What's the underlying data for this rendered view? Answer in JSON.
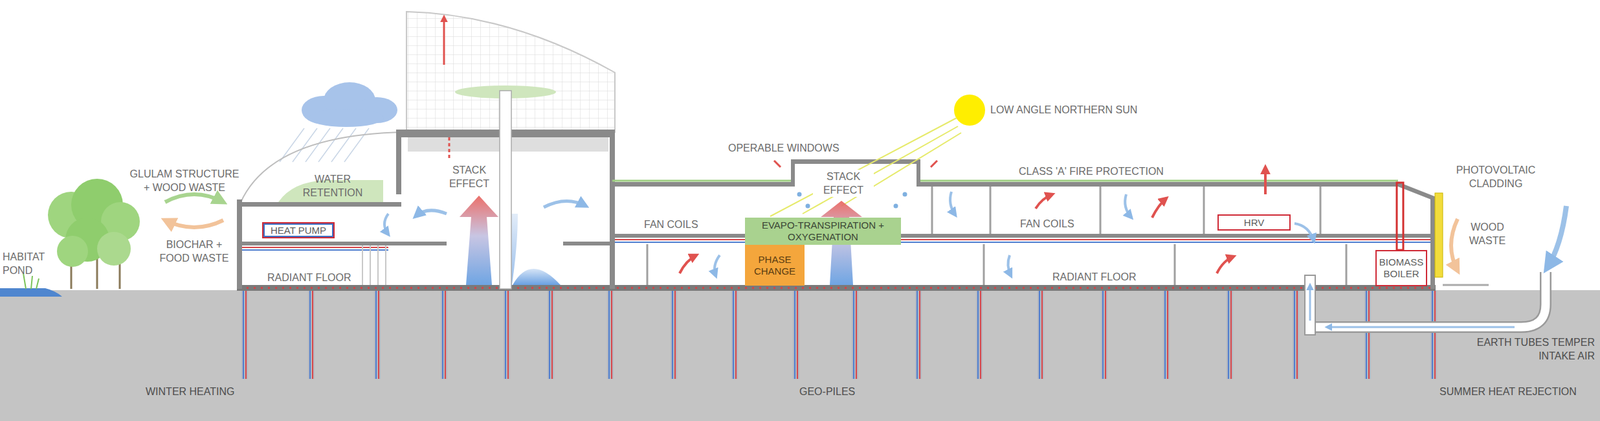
{
  "diagram": {
    "nodes": [
      {
        "text": [
          "HEAT PUMP"
        ]
      },
      {
        "text": [
          "EVAPO-TRANSPIRATION + OXYGENATION"
        ]
      },
      {
        "text": [
          "PHASE CHANGE"
        ]
      },
      {
        "text": [
          "HRV"
        ]
      },
      {
        "text": [
          "BIOMASS BOILER"
        ]
      }
    ],
    "labels": [
      "GLULAM STRUCTURE + WOOD WASTE",
      "WATER RETENTION",
      "STACK EFFECT",
      "LOW ANGLE NORTHERN SUN",
      "OPERABLE WINDOWS",
      "STACK EFFECT",
      "CLASS 'A' FIRE PROTECTION",
      "PHOTOVOLTAIC CLADDING",
      "FAN COILS",
      "FAN COILS",
      "WOOD WASTE",
      "HABITAT POND",
      "BIOCHAR + FOOD WASTE",
      "RADIANT FLOOR",
      "RADIANT FLOOR",
      "EARTH TUBES TEMPER INTAKE AIR",
      "WINTER HEATING",
      "GEO-PILES",
      "SUMMER HEAT REJECTION"
    ]
  }
}
